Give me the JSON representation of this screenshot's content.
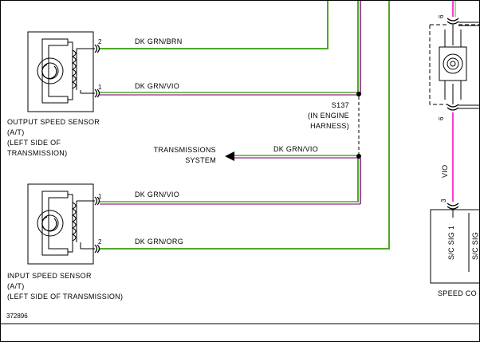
{
  "colors": {
    "dk_grn": "#4fa829",
    "vio": "#a74ca3",
    "magenta": "#ff3bd5",
    "line": "#000000"
  },
  "output_sensor": {
    "title": "OUTPUT SPEED SENSOR",
    "note1": "(A/T)",
    "note2": "(LEFT SIDE OF",
    "note3": "TRANSMISSION)",
    "pin_a": "2",
    "pin_b": "1",
    "wire_a_label": "DK GRN/BRN",
    "wire_b_label": "DK GRN/VIO"
  },
  "input_sensor": {
    "title": "INPUT SPEED SENSOR",
    "note1": "(A/T)",
    "note2": "(LEFT SIDE OF TRANSMISSION)",
    "pin_a": "1",
    "pin_b": "2",
    "wire_a_label": "DK GRN/VIO",
    "wire_b_label": "DK GRN/ORG"
  },
  "splice": {
    "id": "S137",
    "note1": "(IN ENGINE",
    "note2": "HARNESS)"
  },
  "transmissions_system": {
    "line1": "TRANSMISSIONS",
    "line2": "SYSTEM",
    "wire_label": "DK GRN/VIO"
  },
  "speed_control": {
    "pin_top": "6",
    "pin_mid": "6",
    "pin_bottom": "3",
    "wire_label": "VIO",
    "circuit_label": "S/C SIG 1",
    "circuit_label_2": "S/C SIG",
    "module_label": "SPEED CO"
  },
  "figure_number": "372896"
}
